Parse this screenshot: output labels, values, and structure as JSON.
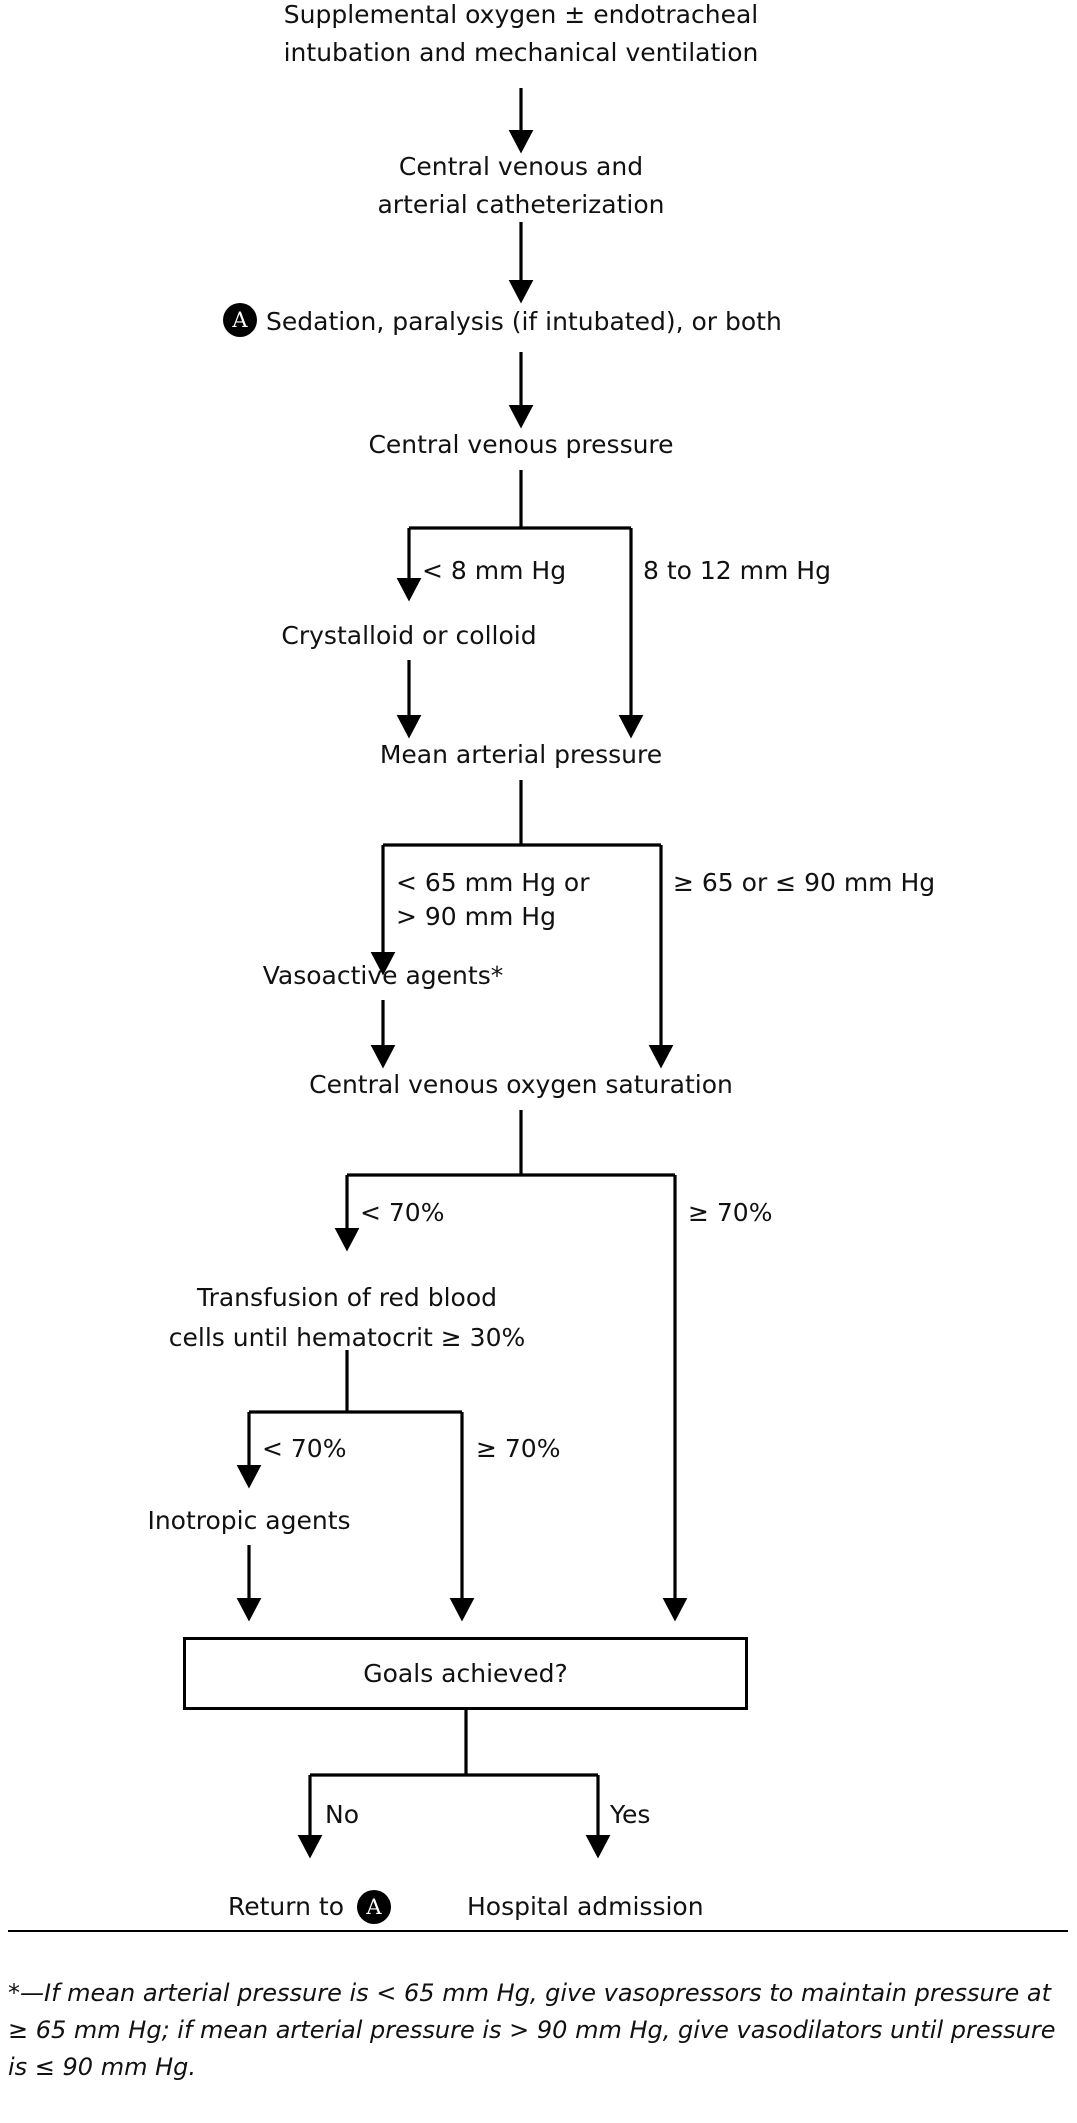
{
  "diagram": {
    "type": "clinical-algorithm-flowchart",
    "nodes": {
      "oxygen": "Supplemental oxygen ± endotracheal\nintubation and mechanical ventilation",
      "catheterization": "Central venous and\narterial catheterization",
      "sedation": "Sedation, paralysis (if intubated), or both",
      "sedation_marker": "A",
      "cvp": "Central venous pressure",
      "crystalloid": "Crystalloid or colloid",
      "map": "Mean arterial pressure",
      "vasoactive": "Vasoactive agents*",
      "scvo2": "Central venous oxygen saturation",
      "transfusion": "Transfusion of red blood\ncells until hematocrit ≥ 30%",
      "inotropic": "Inotropic agents",
      "goals": "Goals achieved?",
      "return_to": "Return to",
      "return_marker": "A",
      "admission": "Hospital admission"
    },
    "edge_labels": {
      "cvp_low": "< 8 mm Hg",
      "cvp_ok": "8 to 12 mm Hg",
      "map_low": "< 65 mm Hg or\n> 90 mm Hg",
      "map_ok": "≥ 65 or ≤ 90 mm Hg",
      "scvo2_low": "< 70%",
      "scvo2_ok": "≥ 70%",
      "post_transfusion_low": "< 70%",
      "post_transfusion_ok": "≥ 70%",
      "goals_no": "No",
      "goals_yes": "Yes"
    },
    "footnote": "*—If mean arterial pressure is < 65 mm Hg, give vasopressors to maintain pressure at ≥ 65 mm Hg; if mean arterial pressure is > 90 mm Hg, give vasodilators until pressure is ≤ 90 mm Hg."
  }
}
